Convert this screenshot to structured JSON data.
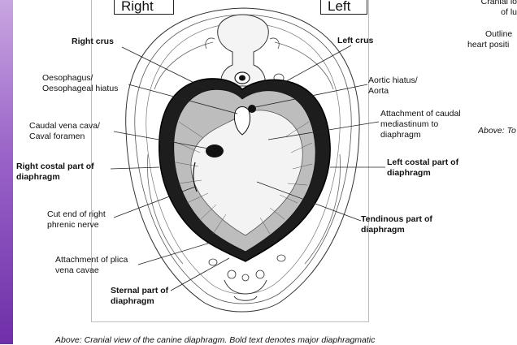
{
  "orientation": {
    "right": "Right",
    "left": "Left"
  },
  "labels": {
    "right_crus": "Right crus",
    "left_crus": "Left crus",
    "oesophagus": [
      "Oesophagus/",
      "Oesophageal hiatus"
    ],
    "aortic_hiatus": [
      "Aortic hiatus/",
      "Aorta"
    ],
    "caudal_vena_cava": [
      "Caudal vena cava/",
      "Caval foramen"
    ],
    "caudal_mediastinum": [
      "Attachment of caudal",
      "mediastinum to",
      "diaphragm"
    ],
    "right_costal": [
      "Right costal part of",
      "diaphragm"
    ],
    "left_costal": [
      "Left costal part of",
      "diaphragm"
    ],
    "phrenic_nerve": [
      "Cut end of right",
      "phrenic nerve"
    ],
    "tendinous": [
      "Tendinous part of",
      "diaphragm"
    ],
    "plica": [
      "Attachment of plica",
      "vena cavae"
    ],
    "sternal": [
      "Sternal part of",
      "diaphragm"
    ]
  },
  "side_panel": {
    "top_lines": [
      "Cranial lo",
      "of lu"
    ],
    "middle_lines": [
      "Outline",
      "heart positi"
    ],
    "above_note": "Above: To"
  },
  "caption": "Above: Cranial view of the canine diaphragm. Bold text denotes major diaphragmatic",
  "colors": {
    "accent_top": "#c8a6e0",
    "accent_bottom": "#6f2fa8",
    "ink": "#111111"
  }
}
